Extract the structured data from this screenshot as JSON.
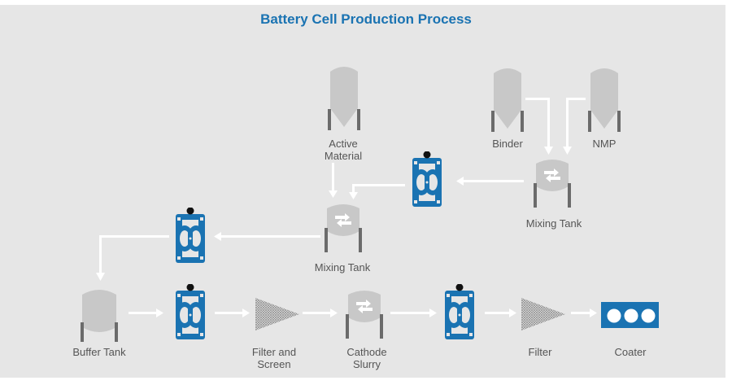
{
  "title": "Battery Cell Production Process",
  "colors": {
    "background": "#e6e6e6",
    "title": "#1a73b2",
    "pump": "#1a73b2",
    "vessel": "#c8c8c8",
    "arrow": "#ffffff",
    "label": "#555555"
  },
  "labels": {
    "active_material": "Active\nMaterial",
    "binder": "Binder",
    "nmp": "NMP",
    "mixing_tank_1": "Mixing Tank",
    "mixing_tank_2": "Mixing Tank",
    "buffer_tank": "Buffer Tank",
    "filter_and_screen": "Filter and\nScreen",
    "cathode_slurry": "Cathode\nSlurry",
    "filter": "Filter",
    "coater": "Coater"
  },
  "icons": {
    "silo": "silo-icon",
    "mixing_tank": "mixing-tank-icon",
    "pump": "diaphragm-pump-icon",
    "filter": "filter-screen-icon",
    "coater": "coater-icon"
  }
}
